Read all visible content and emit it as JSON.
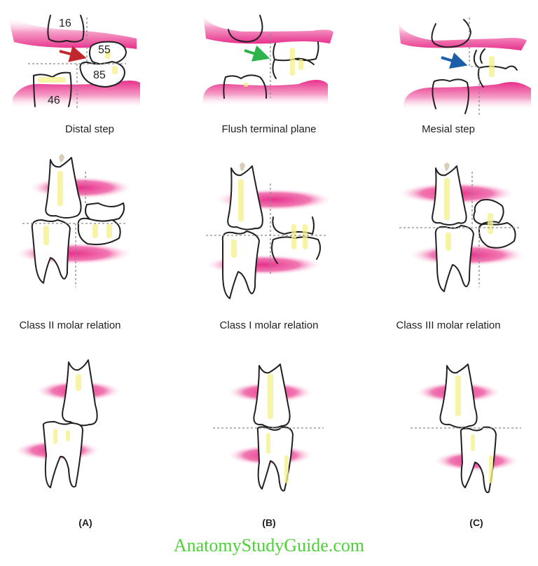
{
  "figure": {
    "columns": [
      {
        "id": "A",
        "letter": "(A)",
        "primary_caption": "Distal step",
        "permanent_caption": "Class II molar relation",
        "arrow_color": "#c1272d",
        "tooth_labels": {
          "upper_permanent": "16",
          "upper_primary": "55",
          "lower_primary": "85",
          "lower_permanent": "46"
        }
      },
      {
        "id": "B",
        "letter": "(B)",
        "primary_caption": "Flush terminal plane",
        "permanent_caption": "Class I molar relation",
        "arrow_color": "#2db34a"
      },
      {
        "id": "C",
        "letter": "(C)",
        "primary_caption": "Mesial step",
        "permanent_caption": "Class III molar relation",
        "arrow_color": "#1b5fa8"
      }
    ],
    "colors": {
      "gingiva": "#e8308c",
      "enamel_highlight": "#f4f08a",
      "outline": "#231f20",
      "reference_line": "#8a8a8a"
    }
  },
  "watermark": {
    "text": "AnatomyStudyGuide.com",
    "color": "#4cd137"
  }
}
